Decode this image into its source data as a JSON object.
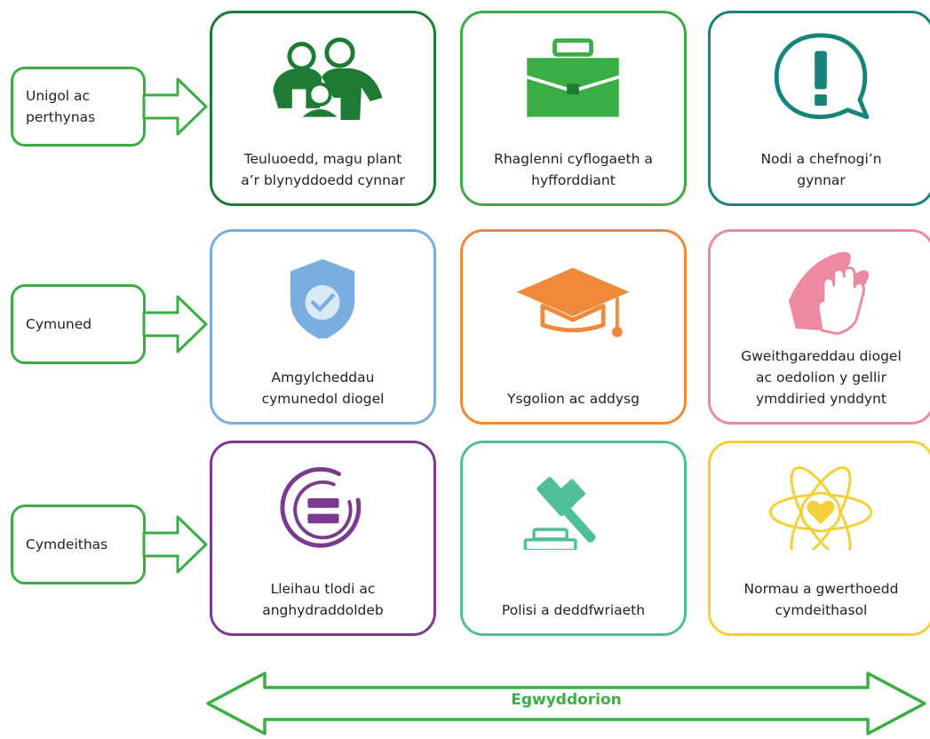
{
  "rows": [
    {
      "label": "Unigol ac\nperthynas"
    },
    {
      "label": "Cymuned"
    },
    {
      "label": "Cymdeithas"
    }
  ],
  "cards": [
    {
      "label": "Teuluoedd, magu plant\na’r blynyddoedd cynnar",
      "icon": "family-icon",
      "color": "#1e7b34"
    },
    {
      "label": "Rhaglenni cyflogaeth a\nhyfforddiant",
      "icon": "briefcase-icon",
      "color": "#3aae44"
    },
    {
      "label": "Nodi a chefnogi’n\ngynnar",
      "icon": "exclamation-speech-icon",
      "color": "#15857a"
    },
    {
      "label": "Amgylcheddau\ncymunedol diogel",
      "icon": "shield-check-icon",
      "color": "#7aaee0"
    },
    {
      "label": "Ysgolion ac addysg",
      "icon": "graduation-cap-icon",
      "color": "#ee8a3a"
    },
    {
      "label": "Gweithgareddau diogel\nac oedolion y gellir\nymddiried ynddynt",
      "icon": "hands-icon",
      "color": "#ee8aa0"
    },
    {
      "label": "Lleihau tlodi ac\nanghydraddoldeb",
      "icon": "equality-icon",
      "color": "#7a3a8e"
    },
    {
      "label": "Polisi a deddfwriaeth",
      "icon": "gavel-icon",
      "color": "#4fbf9a"
    },
    {
      "label": "Normau a gwerthoedd\ncymdeithasol",
      "icon": "atom-heart-icon",
      "color": "#f5cf3a"
    }
  ],
  "principles": {
    "label": "Egwyddorion",
    "color": "#3aae44"
  },
  "accent": "#3aae44"
}
